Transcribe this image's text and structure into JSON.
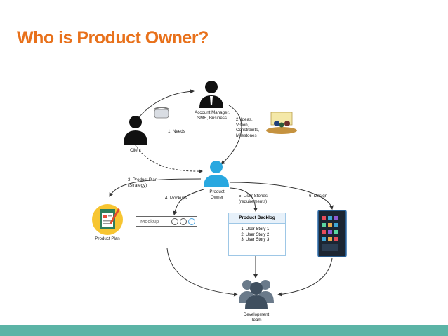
{
  "slide": {
    "title": "Who is Product Owner?"
  },
  "diagram": {
    "nodes": {
      "client": "Client",
      "account_manager": "Account Manager,\nSME, Business",
      "product_owner": "Product\nOwner",
      "product_plan": "Product Plan",
      "mockup": "Mockup",
      "product_backlog": "Product Backlog",
      "development_team": "Development\nTeam"
    },
    "backlog_items": [
      "User Story 1",
      "User Story 2",
      "User Story 3"
    ],
    "edges": {
      "needs": "1. Needs",
      "ideas": "2. Ideas,\nVision,\nConstraints,\nMilestones",
      "product_plan": "3. Product Plan\n(Strategy)",
      "mockups": "4. Mockups",
      "user_stories": "5. User Stories\n(requirements)",
      "design": "6. Design"
    }
  },
  "colors": {
    "title": "#e8711b",
    "footer_bar": "#5bb4a6",
    "product_owner": "#29a8e0",
    "team": "#3f4f5f",
    "backlog_border": "#9ec7e6"
  }
}
